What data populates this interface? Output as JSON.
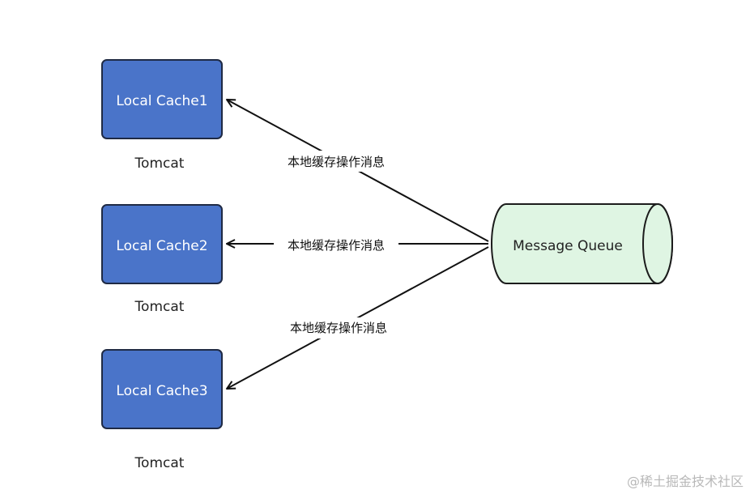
{
  "nodes": [
    {
      "label": "Local Cache1",
      "caption": "Tomcat"
    },
    {
      "label": "Local Cache2",
      "caption": "Tomcat"
    },
    {
      "label": "Local Cache3",
      "caption": "Tomcat"
    }
  ],
  "queue": {
    "label": "Message Queue"
  },
  "edges": [
    {
      "label": "本地缓存操作消息"
    },
    {
      "label": "本地缓存操作消息"
    },
    {
      "label": "本地缓存操作消息"
    }
  ],
  "watermark": "@稀土掘金技术社区",
  "colors": {
    "node_fill": "#4a74c9",
    "node_stroke": "#1f2a44",
    "queue_fill": "#dff5e3",
    "queue_stroke": "#1c1c1c",
    "arrow": "#111111"
  }
}
